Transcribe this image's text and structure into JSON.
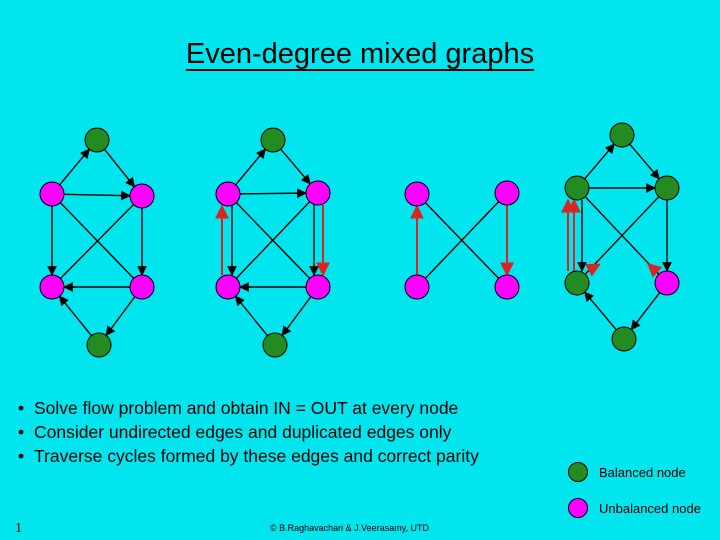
{
  "title": "Even-degree mixed graphs",
  "bullets": [
    "Solve flow problem and obtain IN = OUT at every node",
    "Consider undirected edges and duplicated edges only",
    "Traverse cycles formed by these edges and correct parity"
  ],
  "legend": {
    "balanced": {
      "label": "Balanced node",
      "color": "#228b22"
    },
    "unbalanced": {
      "label": "Unbalanced node",
      "color": "#ff00ff"
    }
  },
  "page_number": "1",
  "footer": "© B.Raghavachari & J.Veerasamy, UTD",
  "colors": {
    "edge": "#000000",
    "highlight": "#dd2222",
    "background": "#00e5ee"
  }
}
